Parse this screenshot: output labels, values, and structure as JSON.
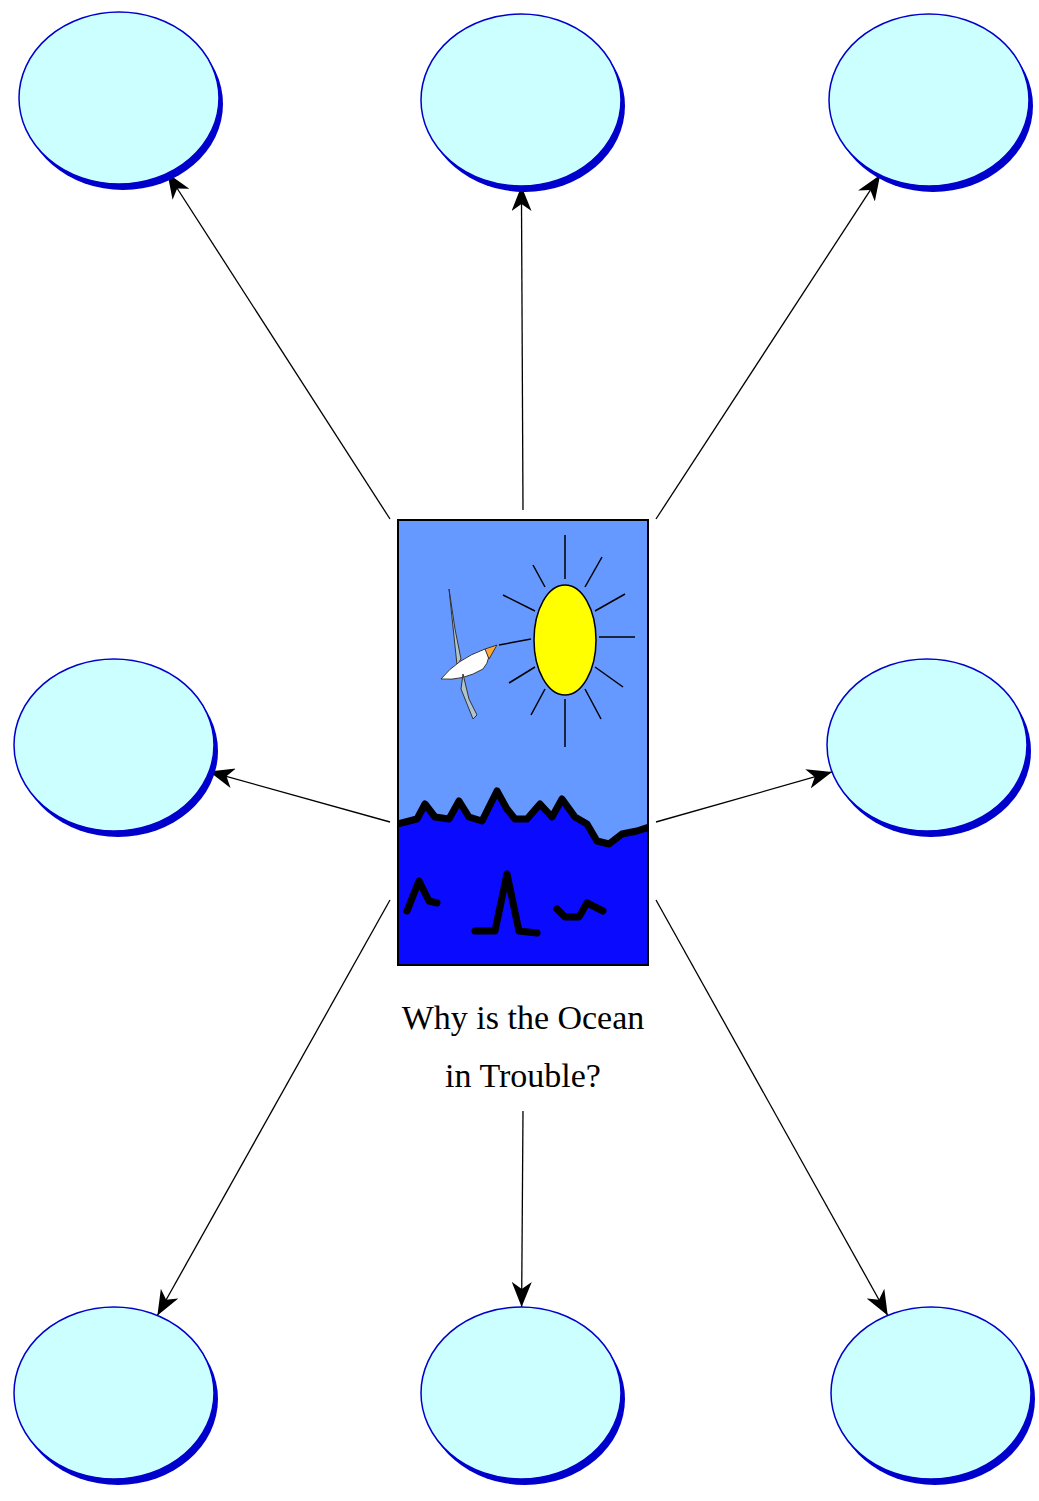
{
  "diagram": {
    "nodes": [
      {
        "text": []
      },
      {
        "text": []
      },
      {
        "text": []
      },
      {
        "text": []
      },
      {
        "text": [
          "Why is the Ocean in Trouble?"
        ]
      },
      {
        "text": []
      },
      {
        "text": []
      },
      {
        "text": []
      },
      {
        "text": []
      }
    ],
    "edges": [
      {
        "from": 4,
        "to": 0,
        "arrow": "to"
      },
      {
        "from": 4,
        "to": 1,
        "arrow": "to"
      },
      {
        "from": 4,
        "to": 2,
        "arrow": "to"
      },
      {
        "from": 4,
        "to": 3,
        "arrow": "to"
      },
      {
        "from": 4,
        "to": 5,
        "arrow": "to"
      },
      {
        "from": 4,
        "to": 6,
        "arrow": "to"
      },
      {
        "from": 4,
        "to": 7,
        "arrow": "to"
      },
      {
        "from": 4,
        "to": 8,
        "arrow": "to"
      }
    ]
  }
}
